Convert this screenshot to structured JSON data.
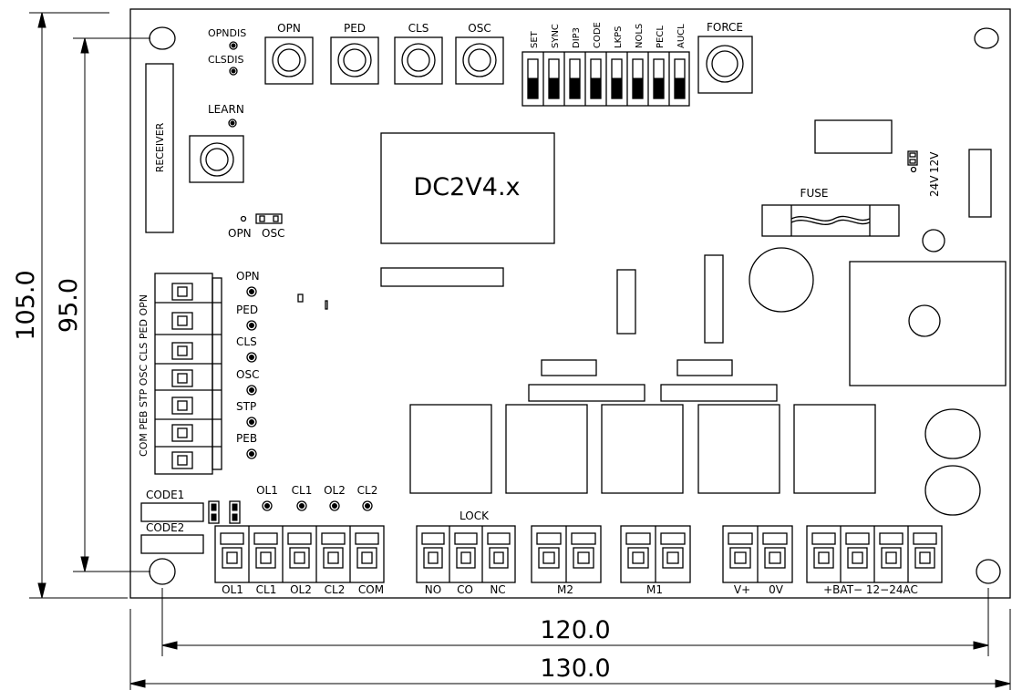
{
  "dimensions": {
    "height_outer": "105.0",
    "height_inner": "95.0",
    "width_inner": "120.0",
    "width_outer": "130.0"
  },
  "board": {
    "model": "DC2V4.x",
    "receiver": "RECEIVER",
    "fuse": "FUSE",
    "learn": "LEARN",
    "force": "FORCE",
    "voltage_24": "24V",
    "voltage_12": "12V",
    "lock": "LOCK",
    "code1": "CODE1",
    "code2": "CODE2",
    "opndis": "OPNDIS",
    "clsdis": "CLSDIS",
    "jumper_opn": "OPN",
    "jumper_osc": "OSC"
  },
  "top_buttons": [
    "OPN",
    "PED",
    "CLS",
    "OSC"
  ],
  "dip_switches": [
    "SET",
    "SYNC",
    "DIP3",
    "CODE",
    "LKPS",
    "NOLS",
    "PECL",
    "AUCL"
  ],
  "left_block_label": "COM PEB STP OSC CLS PED OPN",
  "input_leds": [
    "OPN",
    "PED",
    "CLS",
    "OSC",
    "STP",
    "PEB"
  ],
  "limit_leds": [
    "OL1",
    "CL1",
    "OL2",
    "CL2"
  ],
  "bottom_terminals": {
    "limits": [
      "OL1",
      "CL1",
      "OL2",
      "CL2",
      "COM"
    ],
    "lock": [
      "NO",
      "CO",
      "NC"
    ],
    "m2": "M2",
    "m1": "M1",
    "power_out": [
      "V+",
      "0V"
    ],
    "power_in": "+BAT− 12−24AC"
  }
}
